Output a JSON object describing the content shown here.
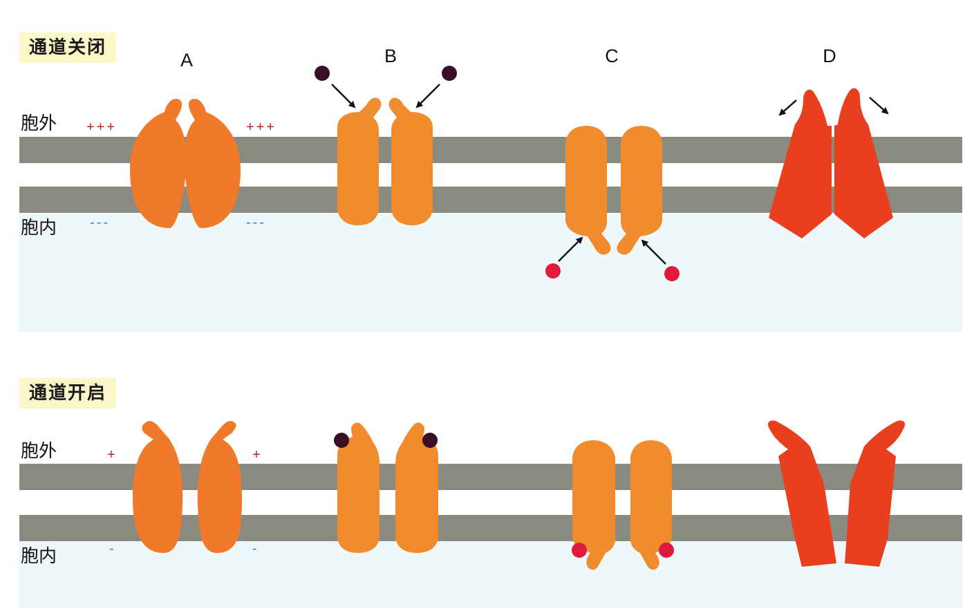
{
  "sections": {
    "closed": {
      "title": "通道关闭"
    },
    "open": {
      "title": "通道开启"
    }
  },
  "labels": {
    "outside": "胞外",
    "inside": "胞内"
  },
  "columns": [
    "A",
    "B",
    "C",
    "D"
  ],
  "charges": {
    "closed_outside": "+++",
    "closed_inside": "---",
    "open_outside": "+",
    "open_inside": "-"
  },
  "colors": {
    "membrane": "#8a8a80",
    "channel_voltage": "#f07a2a",
    "channel_ligand": "#f08c2e",
    "channel_mechanical": "#e8401f",
    "ligand_outside": "#3a0e24",
    "ligand_inside": "#e01a3c",
    "section_label_bg": "#fbf7c8",
    "positive_charge": "#b02a2a",
    "negative_charge": "#2b88c9"
  }
}
